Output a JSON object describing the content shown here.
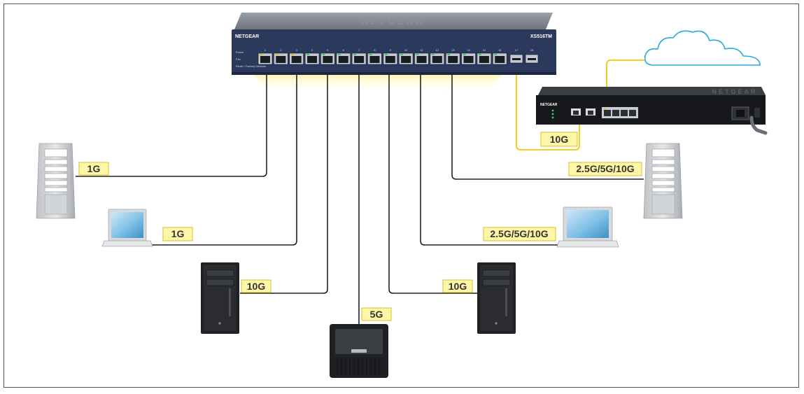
{
  "switch": {
    "brand": "NETGEAR",
    "model": "XS516TM",
    "port_numbers": [
      "1",
      "2",
      "3",
      "4",
      "5",
      "6",
      "7",
      "8",
      "9",
      "10",
      "11",
      "12",
      "13",
      "14",
      "15",
      "16",
      "17",
      "18"
    ],
    "status_labels": [
      "Power",
      "Fan",
      "Reset / Factory Defaults"
    ]
  },
  "router": {
    "brand": "NETGEAR"
  },
  "links": [
    {
      "device": "tower-server",
      "speed": "1G"
    },
    {
      "device": "laptop",
      "speed": "1G"
    },
    {
      "device": "desktop-tower",
      "speed": "10G"
    },
    {
      "device": "nas-storage",
      "speed": "5G"
    },
    {
      "device": "desktop-tower",
      "speed": "10G"
    },
    {
      "device": "laptop",
      "speed": "2.5G/5G/10G"
    },
    {
      "device": "tower-server",
      "speed": "2.5G/5G/10G"
    },
    {
      "device": "router",
      "speed": "10G"
    }
  ],
  "colors": {
    "cable": "#222222",
    "uplink_cable": "#f5c800",
    "label_fill": "#fff6a8",
    "label_stroke": "#c9b400",
    "switch_body": "#2b3a5c",
    "cloud": "#2aa9e0"
  },
  "icons": [
    "cloud-icon",
    "tower-server-icon",
    "laptop-icon",
    "desktop-tower-icon",
    "nas-icon",
    "router-icon"
  ]
}
